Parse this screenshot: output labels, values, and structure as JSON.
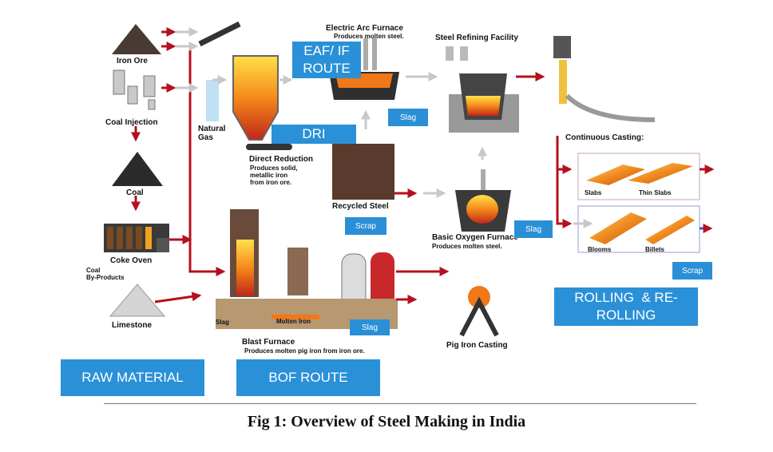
{
  "raw": {
    "iron_ore": "Iron Ore",
    "coal_injection": "Coal Injection",
    "coal": "Coal",
    "coke_oven": "Coke Oven",
    "coal_byproducts": "Coal\nBy-Products",
    "limestone": "Limestone",
    "natural_gas": "Natural\nGas"
  },
  "processes": {
    "eaf_title": "Electric Arc Furnace",
    "eaf_sub": "Produces molten steel.",
    "refining": "Steel Refining Facility",
    "continuous_casting": "Continuous Casting:",
    "direct_reduction_title": "Direct Reduction",
    "direct_reduction_sub": "Produces solid,\nmetallic iron\nfrom iron ore.",
    "recycled_steel": "Recycled Steel",
    "bof_title": "Basic Oxygen Furnace",
    "bof_sub": "Produces molten steel.",
    "blast_title": "Blast Furnace",
    "blast_sub": "Produces molten pig iron from iron ore.",
    "bf_slag": "Slag",
    "molten_iron": "Molten Iron",
    "pig_iron": "Pig Iron Casting"
  },
  "products": {
    "slabs": "Slabs",
    "thin_slabs": "Thin Slabs",
    "blooms": "Blooms",
    "billets": "Billets"
  },
  "tags": {
    "slag_eaf": "Slag",
    "scrap_mid": "Scrap",
    "slag_bof": "Slag",
    "slag_bf": "Slag",
    "scrap_right": "Scrap"
  },
  "routes": {
    "eaf_if": "EAF/ IF\nROUTE",
    "dri": "DRI",
    "raw_material": "RAW MATERIAL",
    "bof_route": "BOF ROUTE",
    "rolling": "ROLLING  & RE-\nROLLING"
  },
  "caption": "Fig 1: Overview of Steel Making in India",
  "colors": {
    "route_blue": "#2a90d8",
    "arrow_red": "#b5101e",
    "arrow_grey": "#c8c8c8",
    "molten": "#f07818"
  }
}
